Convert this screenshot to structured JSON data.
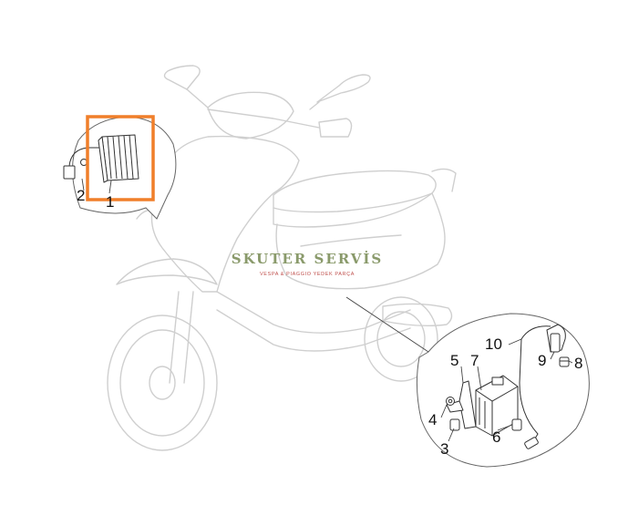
{
  "watermark": {
    "title": "SKUTER SERVİS",
    "subtitle": "VESPA & PIAGGIO YEDEK PARÇA",
    "title_color": "#8a9a6b",
    "subtitle_color": "#c0504d"
  },
  "highlight": {
    "color": "#f07f2a",
    "target_part": "1"
  },
  "callouts": {
    "left": [
      "2",
      "1"
    ],
    "right": [
      "10",
      "9",
      "8",
      "5",
      "7",
      "4",
      "3",
      "6"
    ]
  }
}
